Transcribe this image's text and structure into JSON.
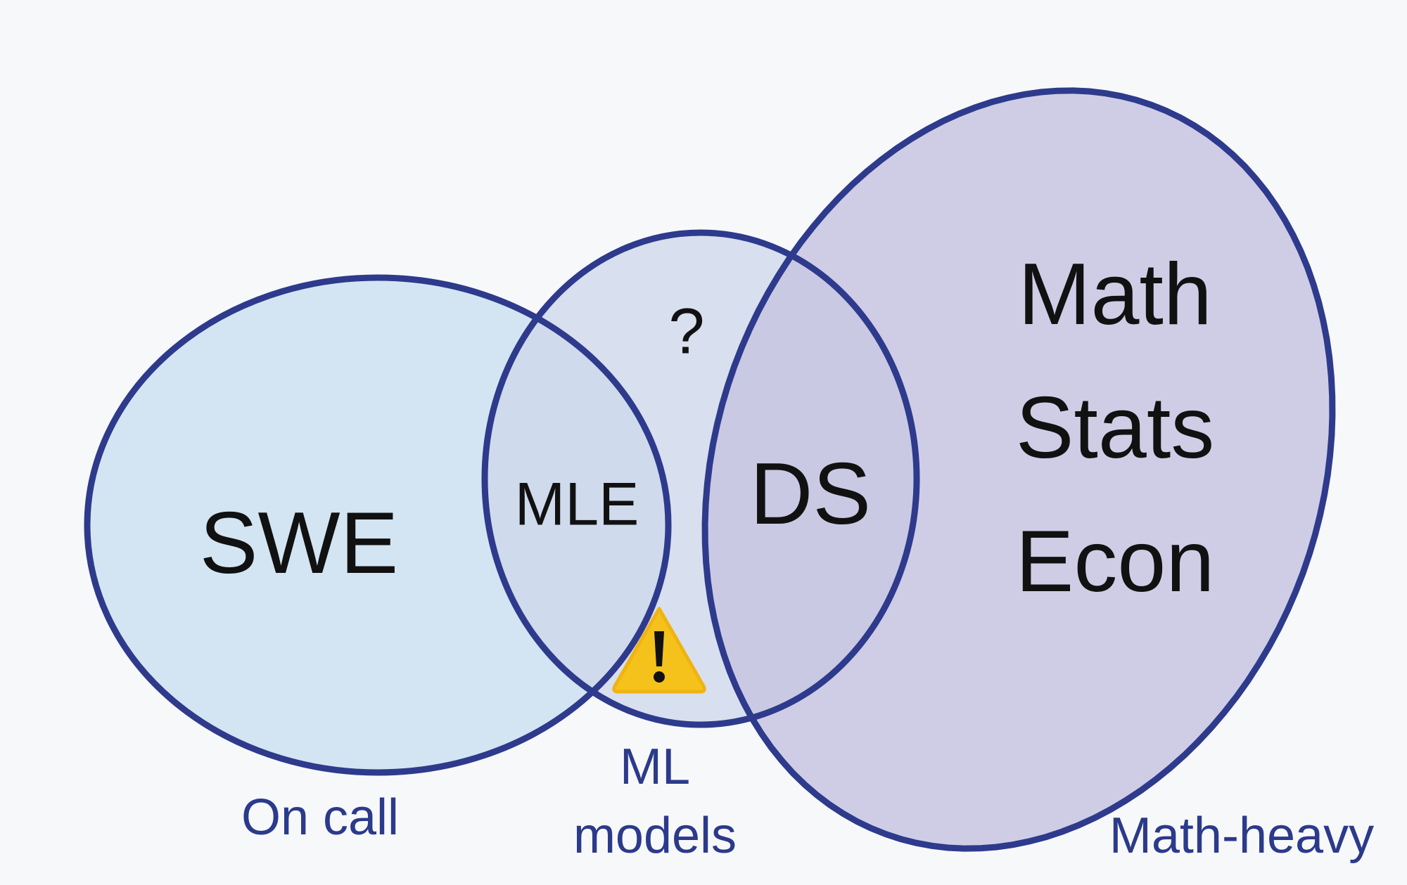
{
  "colors": {
    "outline": "#2e3a8c",
    "swe_fill": "#cfe6f5",
    "ml_fill": "#cdd8ee",
    "math_fill": "#c9c4e6",
    "caption": "#2b3a8a",
    "warning": "#f5c21c"
  },
  "sets": {
    "swe": {
      "label": "SWE",
      "caption": "On call"
    },
    "ml": {
      "label": "?",
      "caption_line1": "ML",
      "caption_line2": "models",
      "icon": "warning-icon"
    },
    "math": {
      "label_lines": [
        "Math",
        "Stats",
        "Econ"
      ],
      "caption": "Math-heavy"
    }
  },
  "intersections": {
    "swe_ml": "MLE",
    "ml_math": "DS"
  }
}
